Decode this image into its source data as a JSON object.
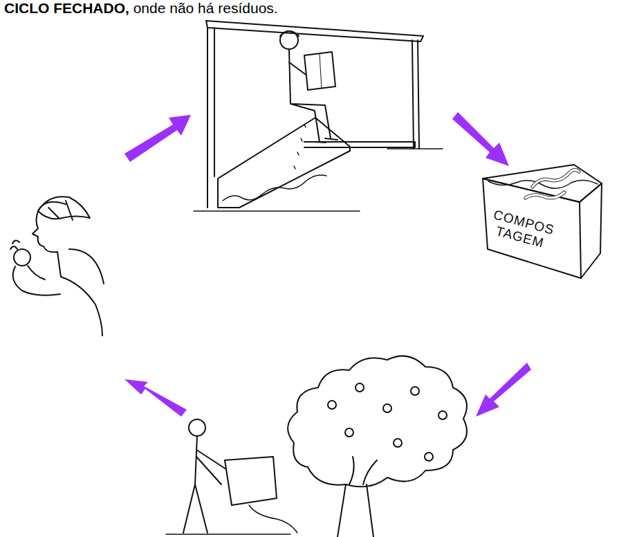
{
  "diagram": {
    "nodes": [
      {
        "text": [
          "COMPOS TAGEM"
        ]
      }
    ],
    "labels": [
      "CICLO FECHADO,",
      "onde não há resíduos."
    ]
  }
}
